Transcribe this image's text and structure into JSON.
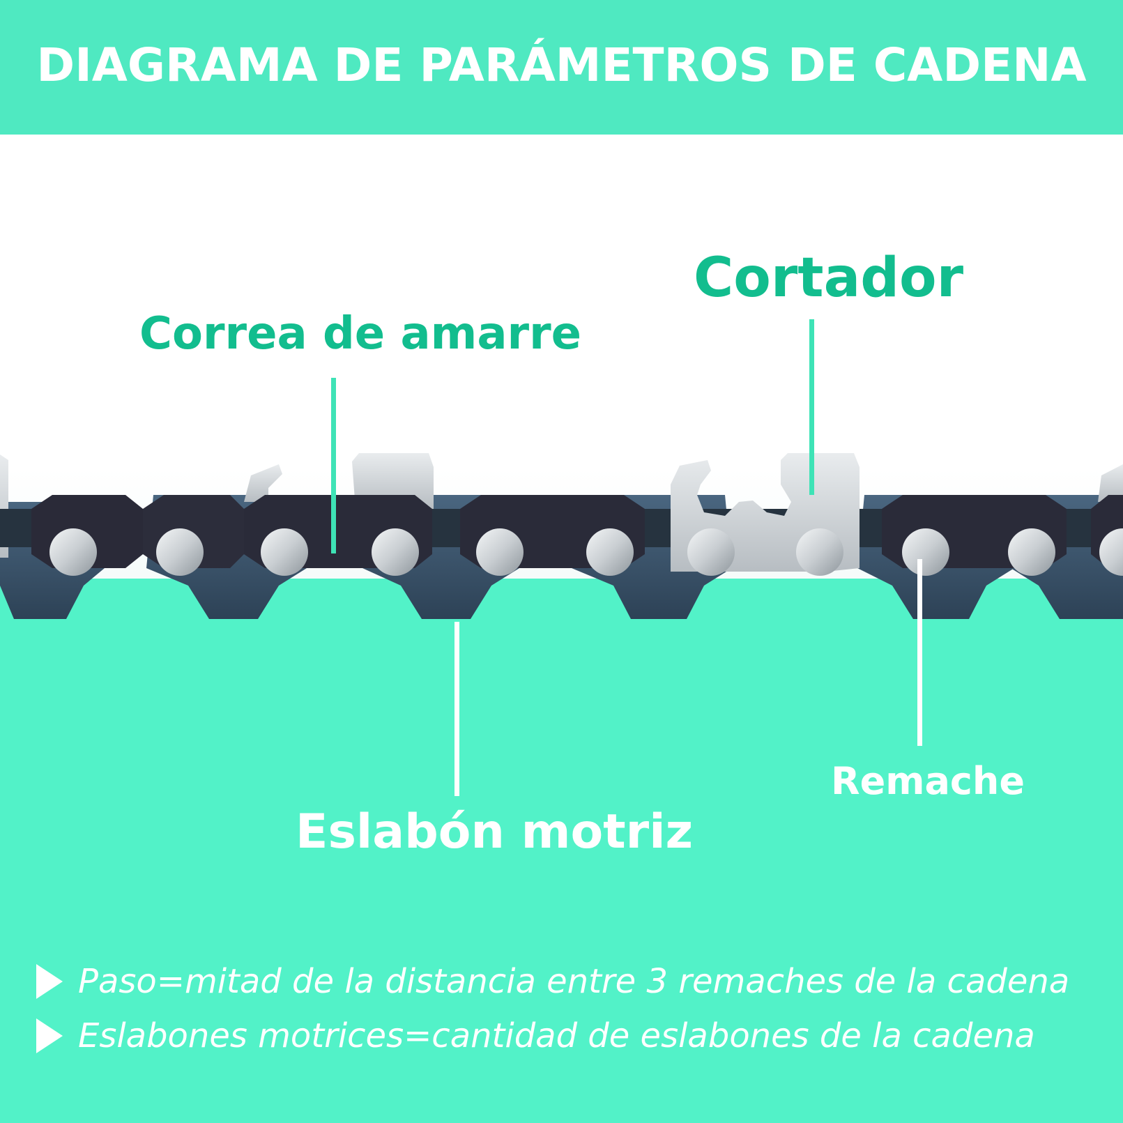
{
  "title": "DIAGRAMA DE PARÁMETROS DE CADENA",
  "labels": {
    "cutter": "Cortador",
    "tie_strap": "Correa de amarre",
    "drive_link": "Eslabón motriz",
    "rivet": "Remache"
  },
  "notes": [
    "Paso=mitad de la distancia entre 3 remaches de la cadena",
    "Eslabones motrices=cantidad de eslabones de la cadena"
  ],
  "colors": {
    "background_mint": "#52f2c8",
    "label_green": "#12bd8e",
    "chain_dark": "#26333f",
    "drive_link_blue": "#3f5a73",
    "rivet_silver": "#d9dde0"
  }
}
